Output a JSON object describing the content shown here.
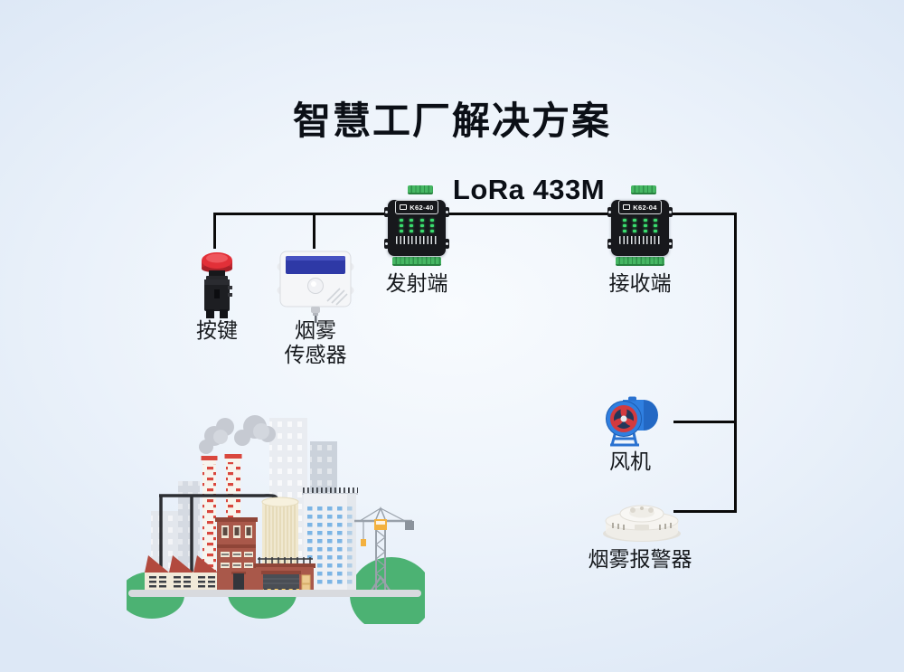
{
  "page": {
    "title": "智慧工厂解决方案"
  },
  "link": {
    "label": "LoRa 433M"
  },
  "modules": {
    "transmitter": {
      "model": "K62-40",
      "caption": "发射端"
    },
    "receiver": {
      "model": "K62-04",
      "caption": "接收端"
    }
  },
  "devices": {
    "push_button": {
      "caption": "按键"
    },
    "smoke_sensor": {
      "caption_line1": "烟雾",
      "caption_line2": "传感器"
    },
    "fan": {
      "caption": "风机"
    },
    "smoke_alarm": {
      "caption": "烟雾报警器"
    }
  },
  "colors": {
    "background_center": "#f8fbfe",
    "background_edge": "#dde8f6",
    "connector_line": "#0a0a0a",
    "title_text": "#0b0f16",
    "terminal_green": "#46b763",
    "led_green": "#3ade6e",
    "button_red": "#e23038",
    "sensor_band_blue": "#2e39a6",
    "fan_blue": "#2f7fe0",
    "alarm_white": "#f3f1ec"
  }
}
